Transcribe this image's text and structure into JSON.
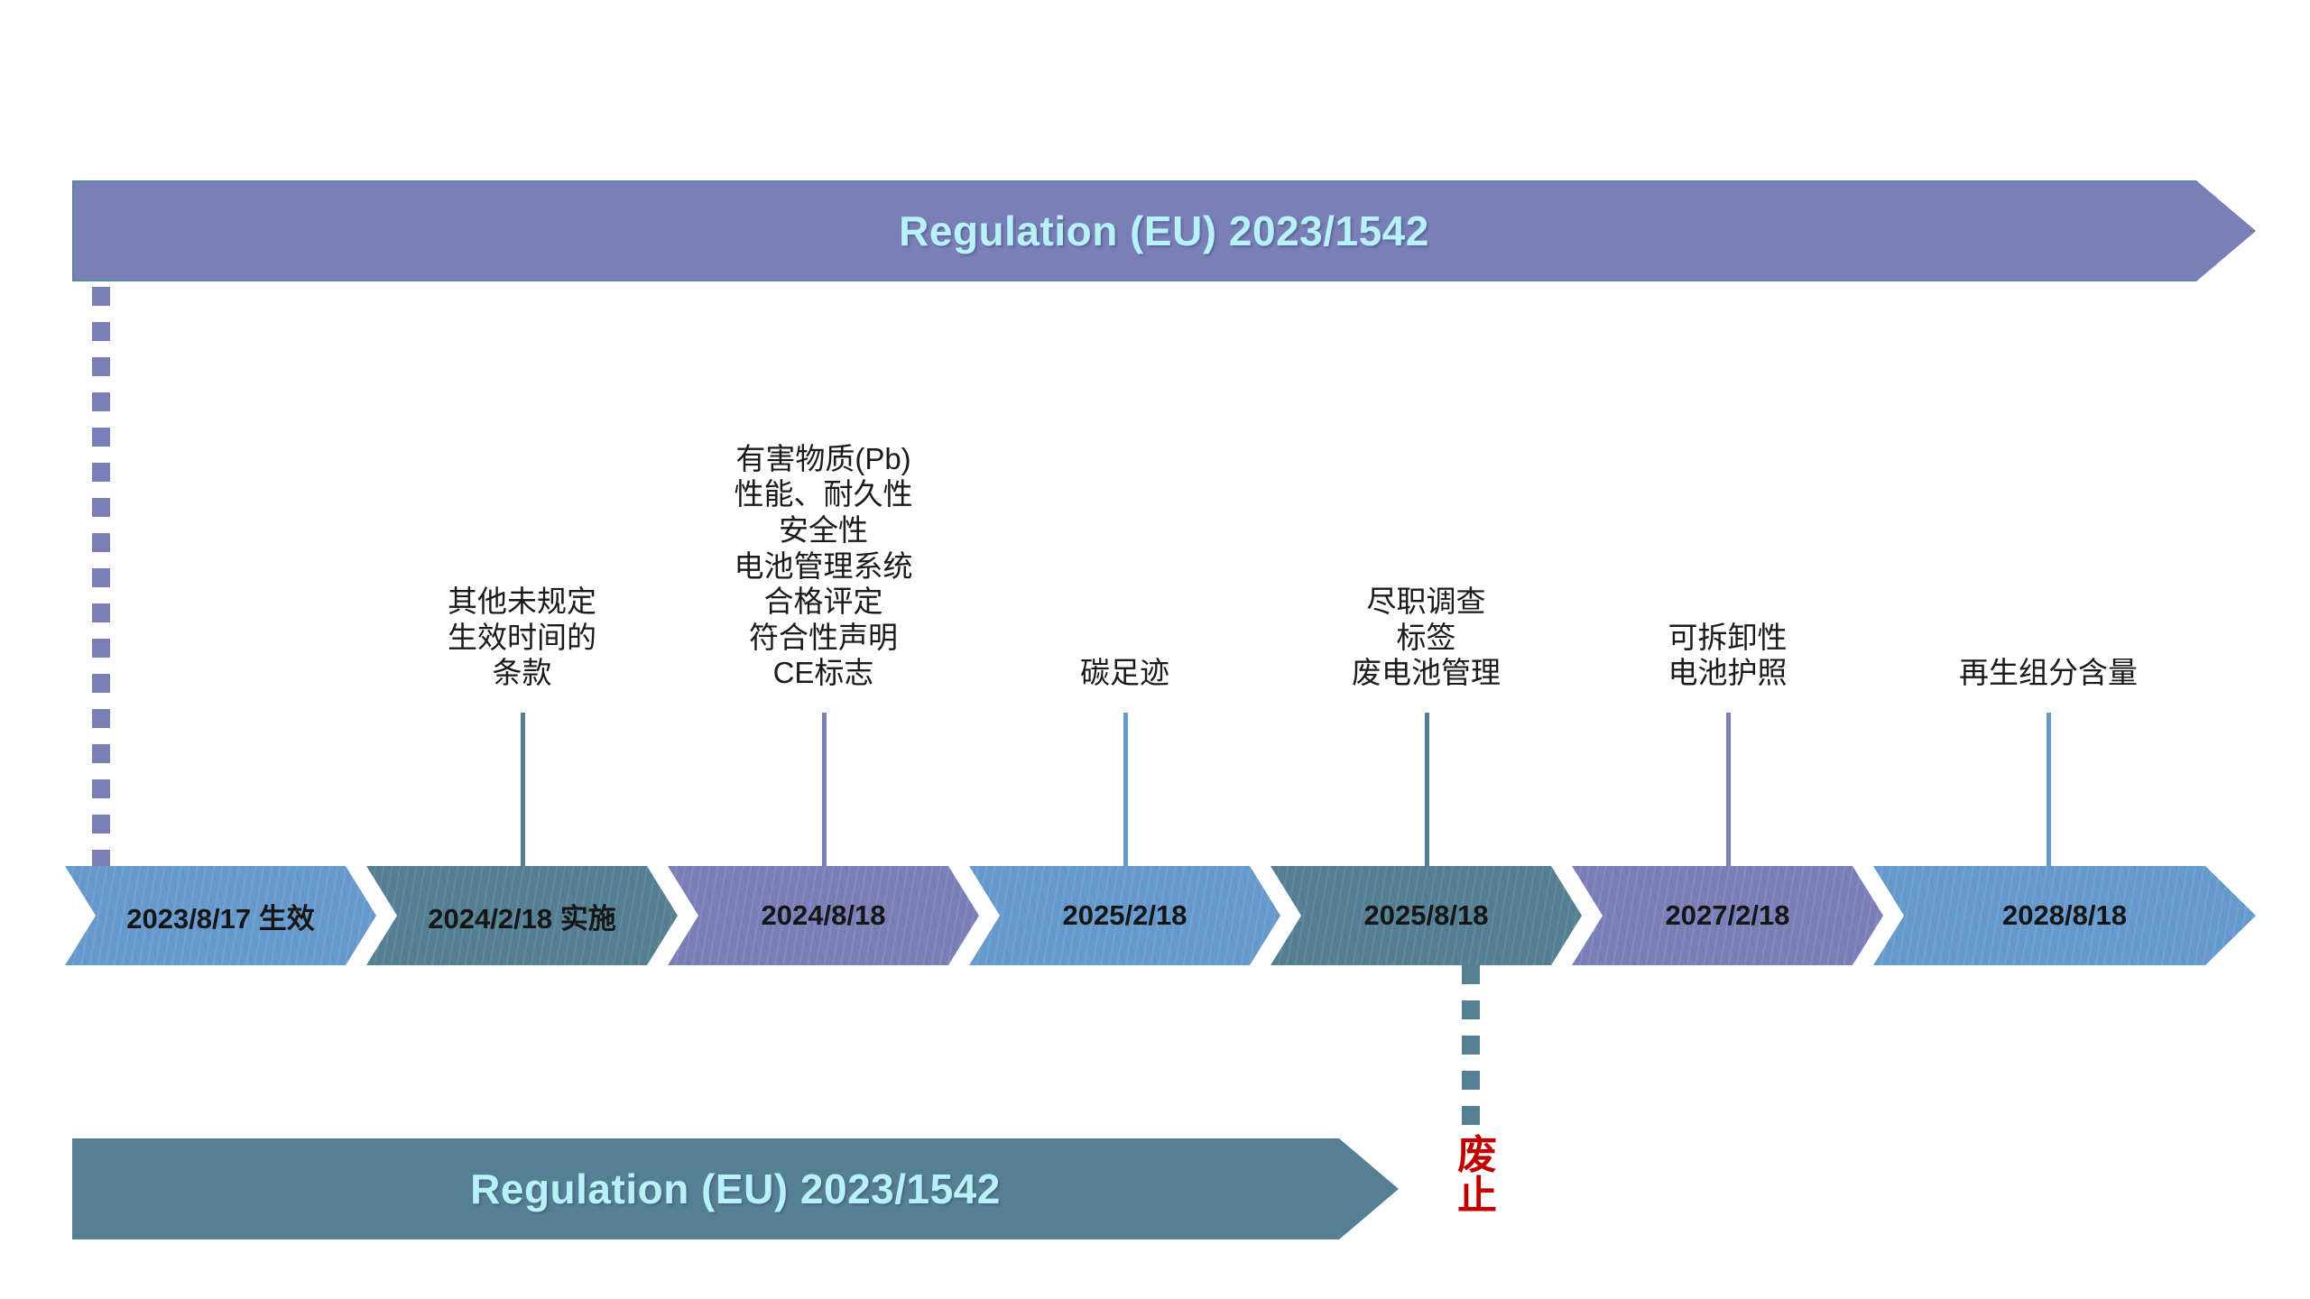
{
  "top_banner": {
    "title": "Regulation (EU) 2023/1542"
  },
  "bottom_banner": {
    "title": "Regulation (EU) 2023/1542"
  },
  "repeal": {
    "label": "废止",
    "color": "#c00000"
  },
  "colors": {
    "blue": "#6699cc",
    "teal": "#557f92",
    "purple": "#7b7fb8",
    "banner_text": "#b6f2f7",
    "label_text": "#1a1a1a"
  },
  "milestones": [
    {
      "date_label": "2023/8/17 生效",
      "color": "blue",
      "stem": false,
      "lines": []
    },
    {
      "date_label": "2024/2/18 实施",
      "color": "teal",
      "stem": true,
      "lines": [
        "其他未规定",
        "生效时间的",
        "条款"
      ]
    },
    {
      "date_label": "2024/8/18",
      "color": "purple",
      "stem": true,
      "lines": [
        "有害物质(Pb)",
        "性能、耐久性",
        "安全性",
        "电池管理系统",
        "合格评定",
        "符合性声明",
        "CE标志"
      ]
    },
    {
      "date_label": "2025/2/18",
      "color": "blue",
      "stem": true,
      "lines": [
        "碳足迹"
      ]
    },
    {
      "date_label": "2025/8/18",
      "color": "teal",
      "stem": true,
      "lines": [
        "尽职调查",
        "标签",
        "废电池管理"
      ]
    },
    {
      "date_label": "2027/2/18",
      "color": "purple",
      "stem": true,
      "lines": [
        "可拆卸性",
        "电池护照"
      ]
    },
    {
      "date_label": "2028/8/18",
      "color": "blue",
      "stem": true,
      "lines": [
        "再生组分含量"
      ]
    }
  ]
}
